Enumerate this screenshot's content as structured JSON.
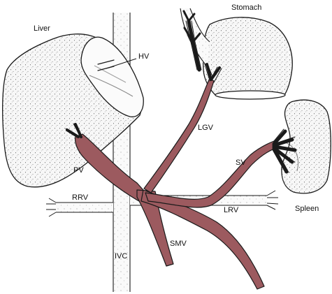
{
  "labels": {
    "liver": "Liver",
    "stomach": "Stomach",
    "hv": "HV",
    "lgv": "LGV",
    "sv": "SV",
    "spleen": "Spleen",
    "pv": "PV",
    "rrv": "RRV",
    "lrv": "LRV",
    "ivc": "IVC",
    "smv": "SMV"
  },
  "colors": {
    "vein_fill": "#9c5a5f",
    "line": "#1a1a1a",
    "organ_fill": "#f7f7f7",
    "background": "#ffffff"
  }
}
